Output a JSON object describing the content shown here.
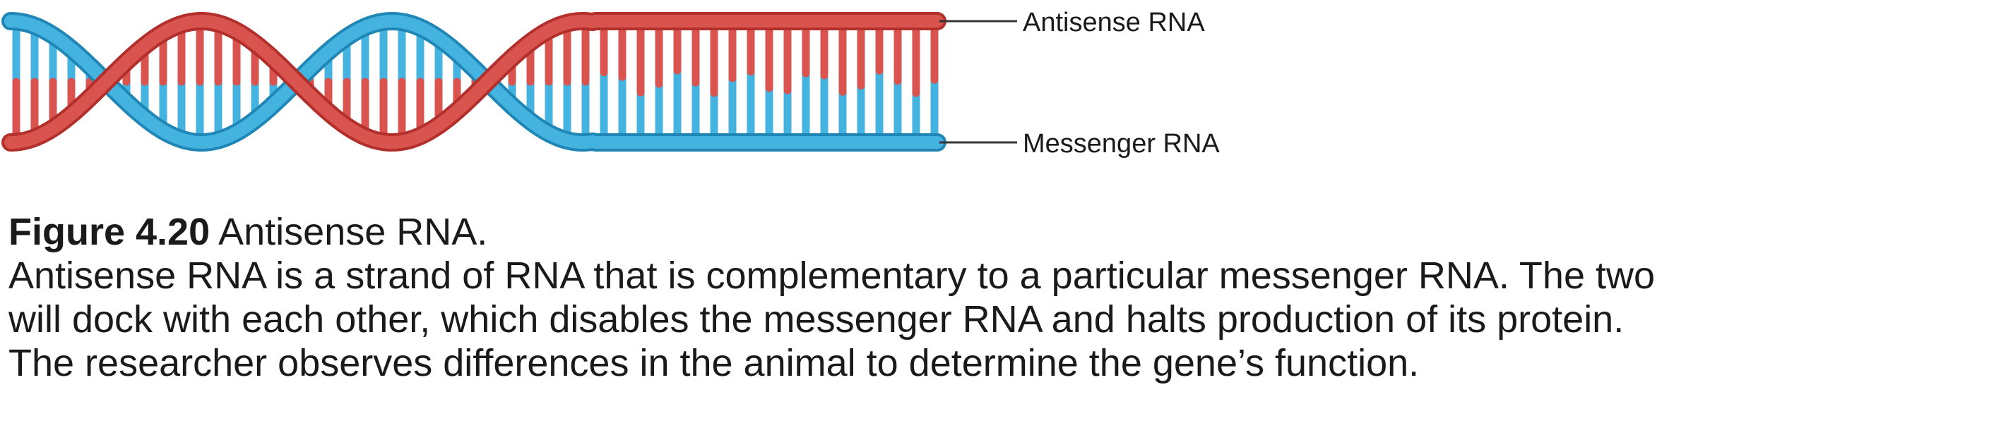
{
  "figure": {
    "labels": {
      "antisense": "Antisense RNA",
      "messenger": "Messenger RNA"
    },
    "colors": {
      "antisense_strand": "#d9534f",
      "antisense_dark": "#b22f2b",
      "messenger_strand": "#45b3e0",
      "messenger_dark": "#1f86b5",
      "leader_line": "#333333"
    }
  },
  "caption": {
    "label": "Figure 4.20",
    "title": " Antisense RNA.",
    "lines": [
      "Antisense RNA is a strand of RNA that is complementary to a particular messenger RNA. The two",
      "will dock with each other, which disables the messenger RNA and halts production of its protein.",
      "The researcher observes differences in the animal to determine the gene’s function."
    ]
  }
}
